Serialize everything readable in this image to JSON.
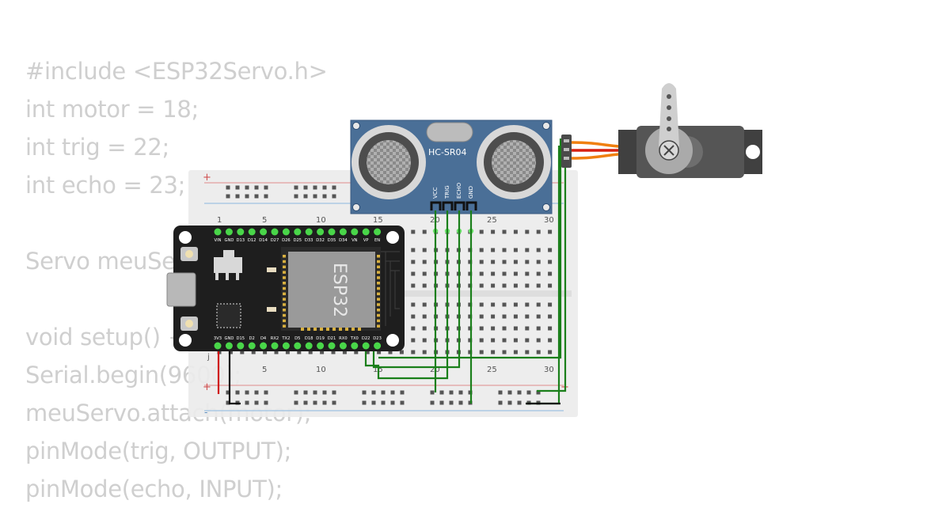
{
  "code_lines": [
    "#include <ESP32Servo.h>",
    "int motor = 18;",
    "int trig = 22;",
    "int echo = 23;",
    "",
    "Servo meuServo;",
    "",
    "void setup() {",
    "Serial.begin(9600);",
    "meuServo.attach(motor);",
    "pinMode(trig, OUTPUT);",
    "pinMode(echo, INPUT);"
  ],
  "sensor": {
    "name": "HC-SR04",
    "pins": [
      "VCC",
      "TRIG",
      "ECHO",
      "GND"
    ]
  },
  "esp32": {
    "label": "ESP32",
    "top_pins": [
      "VIN",
      "GND",
      "D13",
      "D12",
      "D14",
      "D27",
      "D26",
      "D25",
      "D33",
      "D32",
      "D35",
      "D34",
      "VN",
      "VP",
      "EN"
    ],
    "bottom_pins": [
      "3V3",
      "GND",
      "D15",
      "D2",
      "D4",
      "RX2",
      "TX2",
      "D5",
      "D18",
      "D19",
      "D21",
      "RX0",
      "TX0",
      "D22",
      "D23"
    ]
  },
  "breadboard": {
    "column_numbers_top": [
      "1",
      "5",
      "10",
      "15",
      "20",
      "25",
      "30"
    ],
    "column_numbers_bottom": [
      "5",
      "10",
      "15",
      "20",
      "25",
      "30"
    ],
    "rail_plus": "+",
    "rail_minus": "-",
    "row_letter": "j"
  },
  "colors": {
    "wire_green": "#1a7f1a",
    "wire_red": "#d01010",
    "wire_black": "#111111",
    "servo_wire_orange": "#f08010",
    "servo_wire_red": "#d82010",
    "servo_wire_brown": "#8a4010",
    "sensor_board": "#4a6f97",
    "esp_board": "#1e1e1e",
    "code_text": "#cfcfcf"
  }
}
